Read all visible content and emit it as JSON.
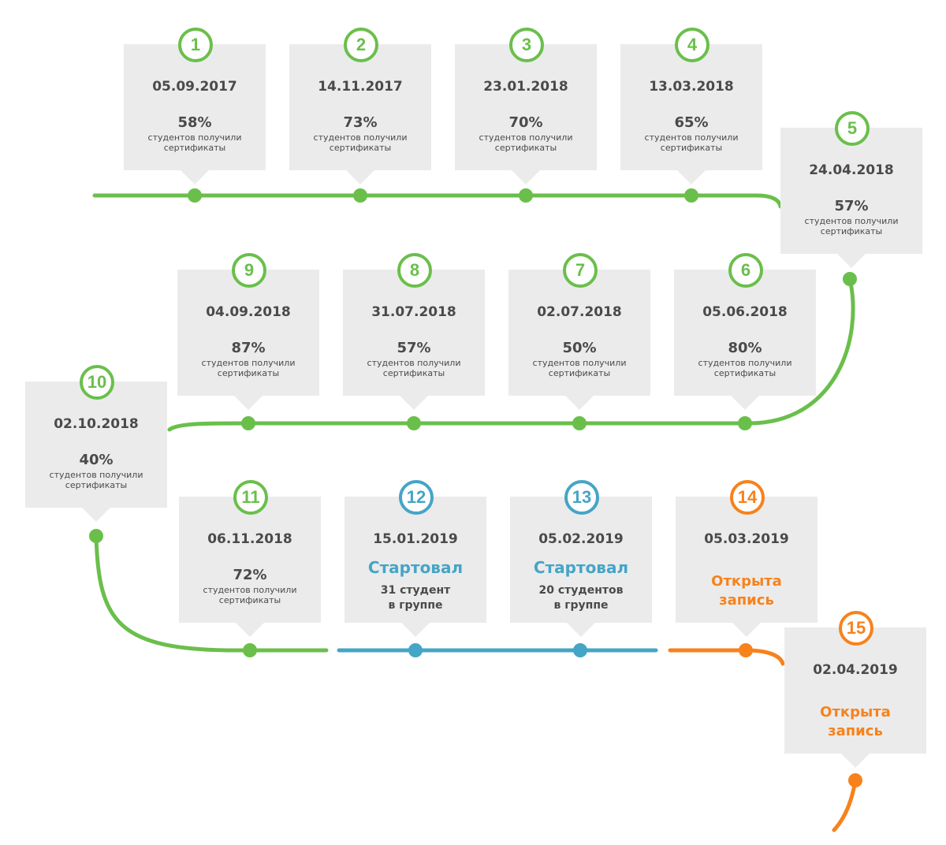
{
  "colors": {
    "green": "#6abf4b",
    "blue": "#45a5c6",
    "orange": "#f7821b",
    "card": "#ebebeb",
    "text": "#4a4a4a"
  },
  "milestones": [
    {
      "num": "1",
      "date": "05.09.2017",
      "percent": "58%",
      "caption": "студентов получили\nсертификаты",
      "color": "green"
    },
    {
      "num": "2",
      "date": "14.11.2017",
      "percent": "73%",
      "caption": "студентов получили\nсертификаты",
      "color": "green"
    },
    {
      "num": "3",
      "date": "23.01.2018",
      "percent": "70%",
      "caption": "студентов получили\nсертификаты",
      "color": "green"
    },
    {
      "num": "4",
      "date": "13.03.2018",
      "percent": "65%",
      "caption": "студентов получили\nсертификаты",
      "color": "green"
    },
    {
      "num": "5",
      "date": "24.04.2018",
      "percent": "57%",
      "caption": "студентов получили\nсертификаты",
      "color": "green"
    },
    {
      "num": "6",
      "date": "05.06.2018",
      "percent": "80%",
      "caption": "студентов получили\nсертификаты",
      "color": "green"
    },
    {
      "num": "7",
      "date": "02.07.2018",
      "percent": "50%",
      "caption": "студентов получили\nсертификаты",
      "color": "green"
    },
    {
      "num": "8",
      "date": "31.07.2018",
      "percent": "57%",
      "caption": "студентов получили\nсертификаты",
      "color": "green"
    },
    {
      "num": "9",
      "date": "04.09.2018",
      "percent": "87%",
      "caption": "студентов получили\nсертификаты",
      "color": "green"
    },
    {
      "num": "10",
      "date": "02.10.2018",
      "percent": "40%",
      "caption": "студентов получили\nсертификаты",
      "color": "green"
    },
    {
      "num": "11",
      "date": "06.11.2018",
      "percent": "72%",
      "caption": "студентов получили\nсертификаты",
      "color": "green"
    },
    {
      "num": "12",
      "date": "15.01.2019",
      "status": "Стартовал",
      "group": "31 студент\nв группе",
      "color": "blue"
    },
    {
      "num": "13",
      "date": "05.02.2019",
      "status": "Стартовал",
      "group": "20 студентов\nв группе",
      "color": "blue"
    },
    {
      "num": "14",
      "date": "05.03.2019",
      "status": "Открыта\nзапись",
      "color": "orange"
    },
    {
      "num": "15",
      "date": "02.04.2019",
      "status": "Открыта\nзапись",
      "color": "orange"
    }
  ]
}
